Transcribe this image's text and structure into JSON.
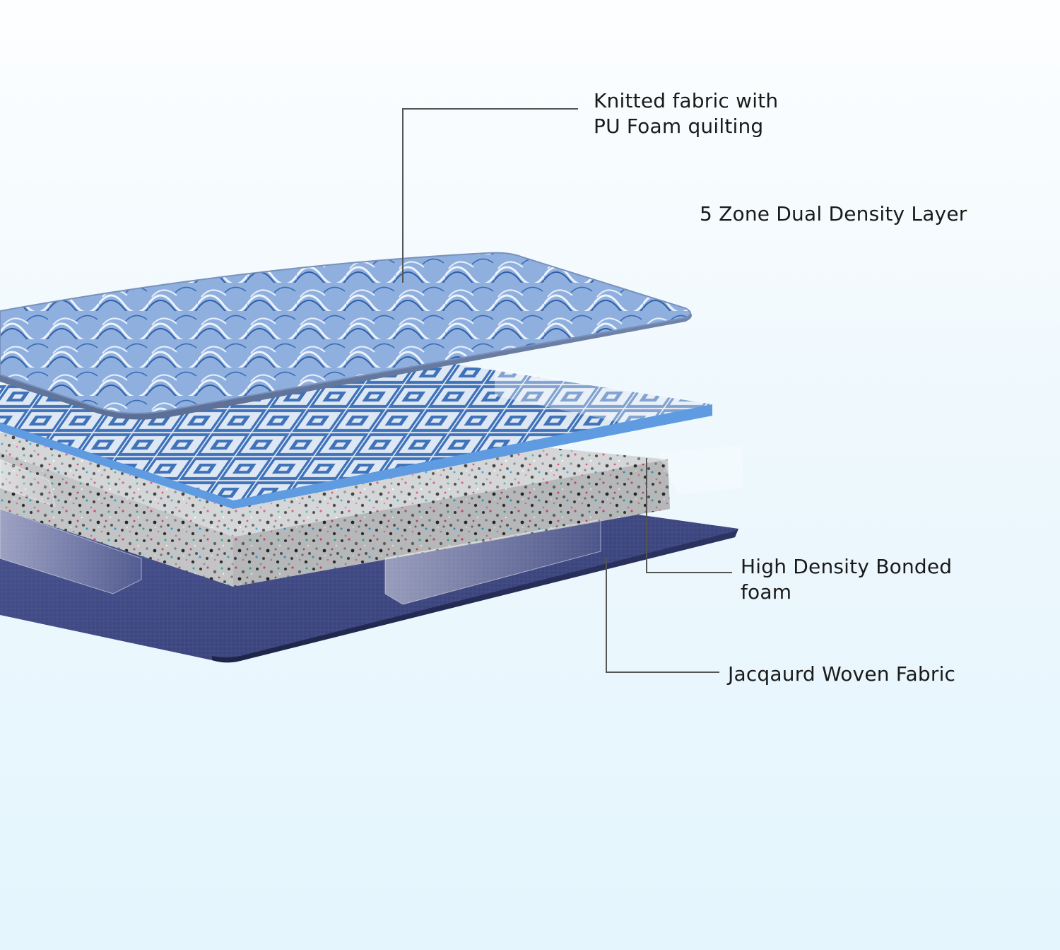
{
  "labels": {
    "knitted_line1": "Knitted fabric with",
    "knitted_line2": "PU Foam quilting",
    "zone": "5 Zone Dual Density Layer",
    "bonded_line1": "High Density Bonded",
    "bonded_line2": "foam",
    "jacquard": "Jacqaurd Woven Fabric"
  },
  "colors": {
    "top_fabric": "#8fb1e0",
    "zone_layer": "#3d75c2",
    "bonded_foam": "#c9cbcc",
    "base_fabric": "#3c4680",
    "leader_line": "#555555"
  }
}
